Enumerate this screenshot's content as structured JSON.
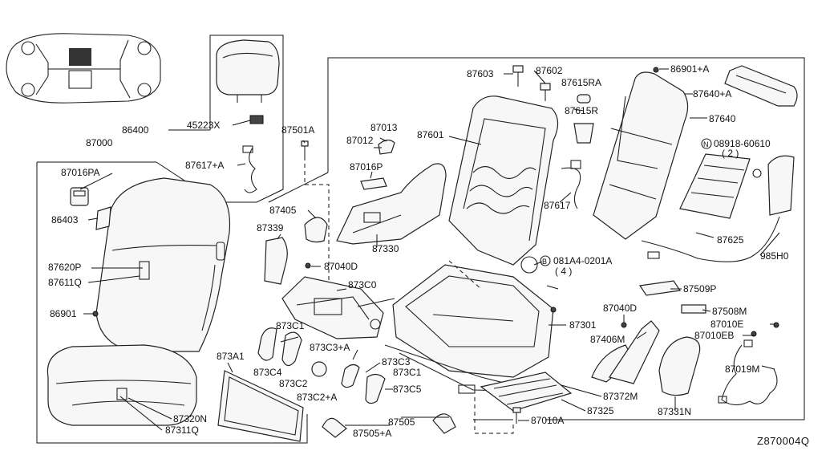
{
  "labels": {
    "p86400": "86400",
    "p45223x": "45223X",
    "p87617a": "87617+A",
    "p87000": "87000",
    "p87016pa": "87016PA",
    "p86403": "86403",
    "p87620p": "87620P",
    "p87611q": "87611Q",
    "p86901": "86901",
    "p87320n": "87320N",
    "p87311q": "87311Q",
    "p873a1": "873A1",
    "p87501a": "87501A",
    "p87405": "87405",
    "p87339": "87339",
    "p87040d_a": "87040D",
    "p873c0": "873C0",
    "p873c1_a": "873C1",
    "p873c4": "873C4",
    "p873c2": "873C2",
    "p873c3a": "873C3+A",
    "p873c3": "873C3",
    "p873c1_b": "873C1",
    "p873c5": "873C5",
    "p873c2a": "873C2+A",
    "p87505": "87505",
    "p87505a": "87505+A",
    "p87013": "87013",
    "p87012": "87012",
    "p87016p": "87016P",
    "p87601": "87601",
    "p87330": "87330",
    "p87603": "87603",
    "p87602": "87602",
    "p87615ra": "87615RA",
    "p87615r": "87615R",
    "p87617": "87617",
    "p86901a": "86901+A",
    "p87640a": "87640+A",
    "p87640": "87640",
    "p08918_sym": "N",
    "p08918": "08918-60610",
    "p08918_qty": "( 2 )",
    "p87625": "87625",
    "p985h0": "985H0",
    "p081a4_sym": "B",
    "p081a4": "081A4-0201A",
    "p081a4_qty": "( 4 )",
    "p87509p": "87509P",
    "p87040d_b": "87040D",
    "p87508m": "87508M",
    "p87010e": "87010E",
    "p87010eb": "87010EB",
    "p87301": "87301",
    "p87406m": "87406M",
    "p87019m": "87019M",
    "p87372m": "87372M",
    "p87325": "87325",
    "p87331n": "87331N",
    "p87010a": "87010A",
    "diagram_code": "Z870004Q"
  },
  "icons": {
    "vehicle": "car-top-view-icon",
    "screw": "screw-icon",
    "clip": "clip-icon"
  },
  "colors": {
    "line": "#111111",
    "part_fill": "#f7f7f7",
    "highlight": "#333333"
  }
}
